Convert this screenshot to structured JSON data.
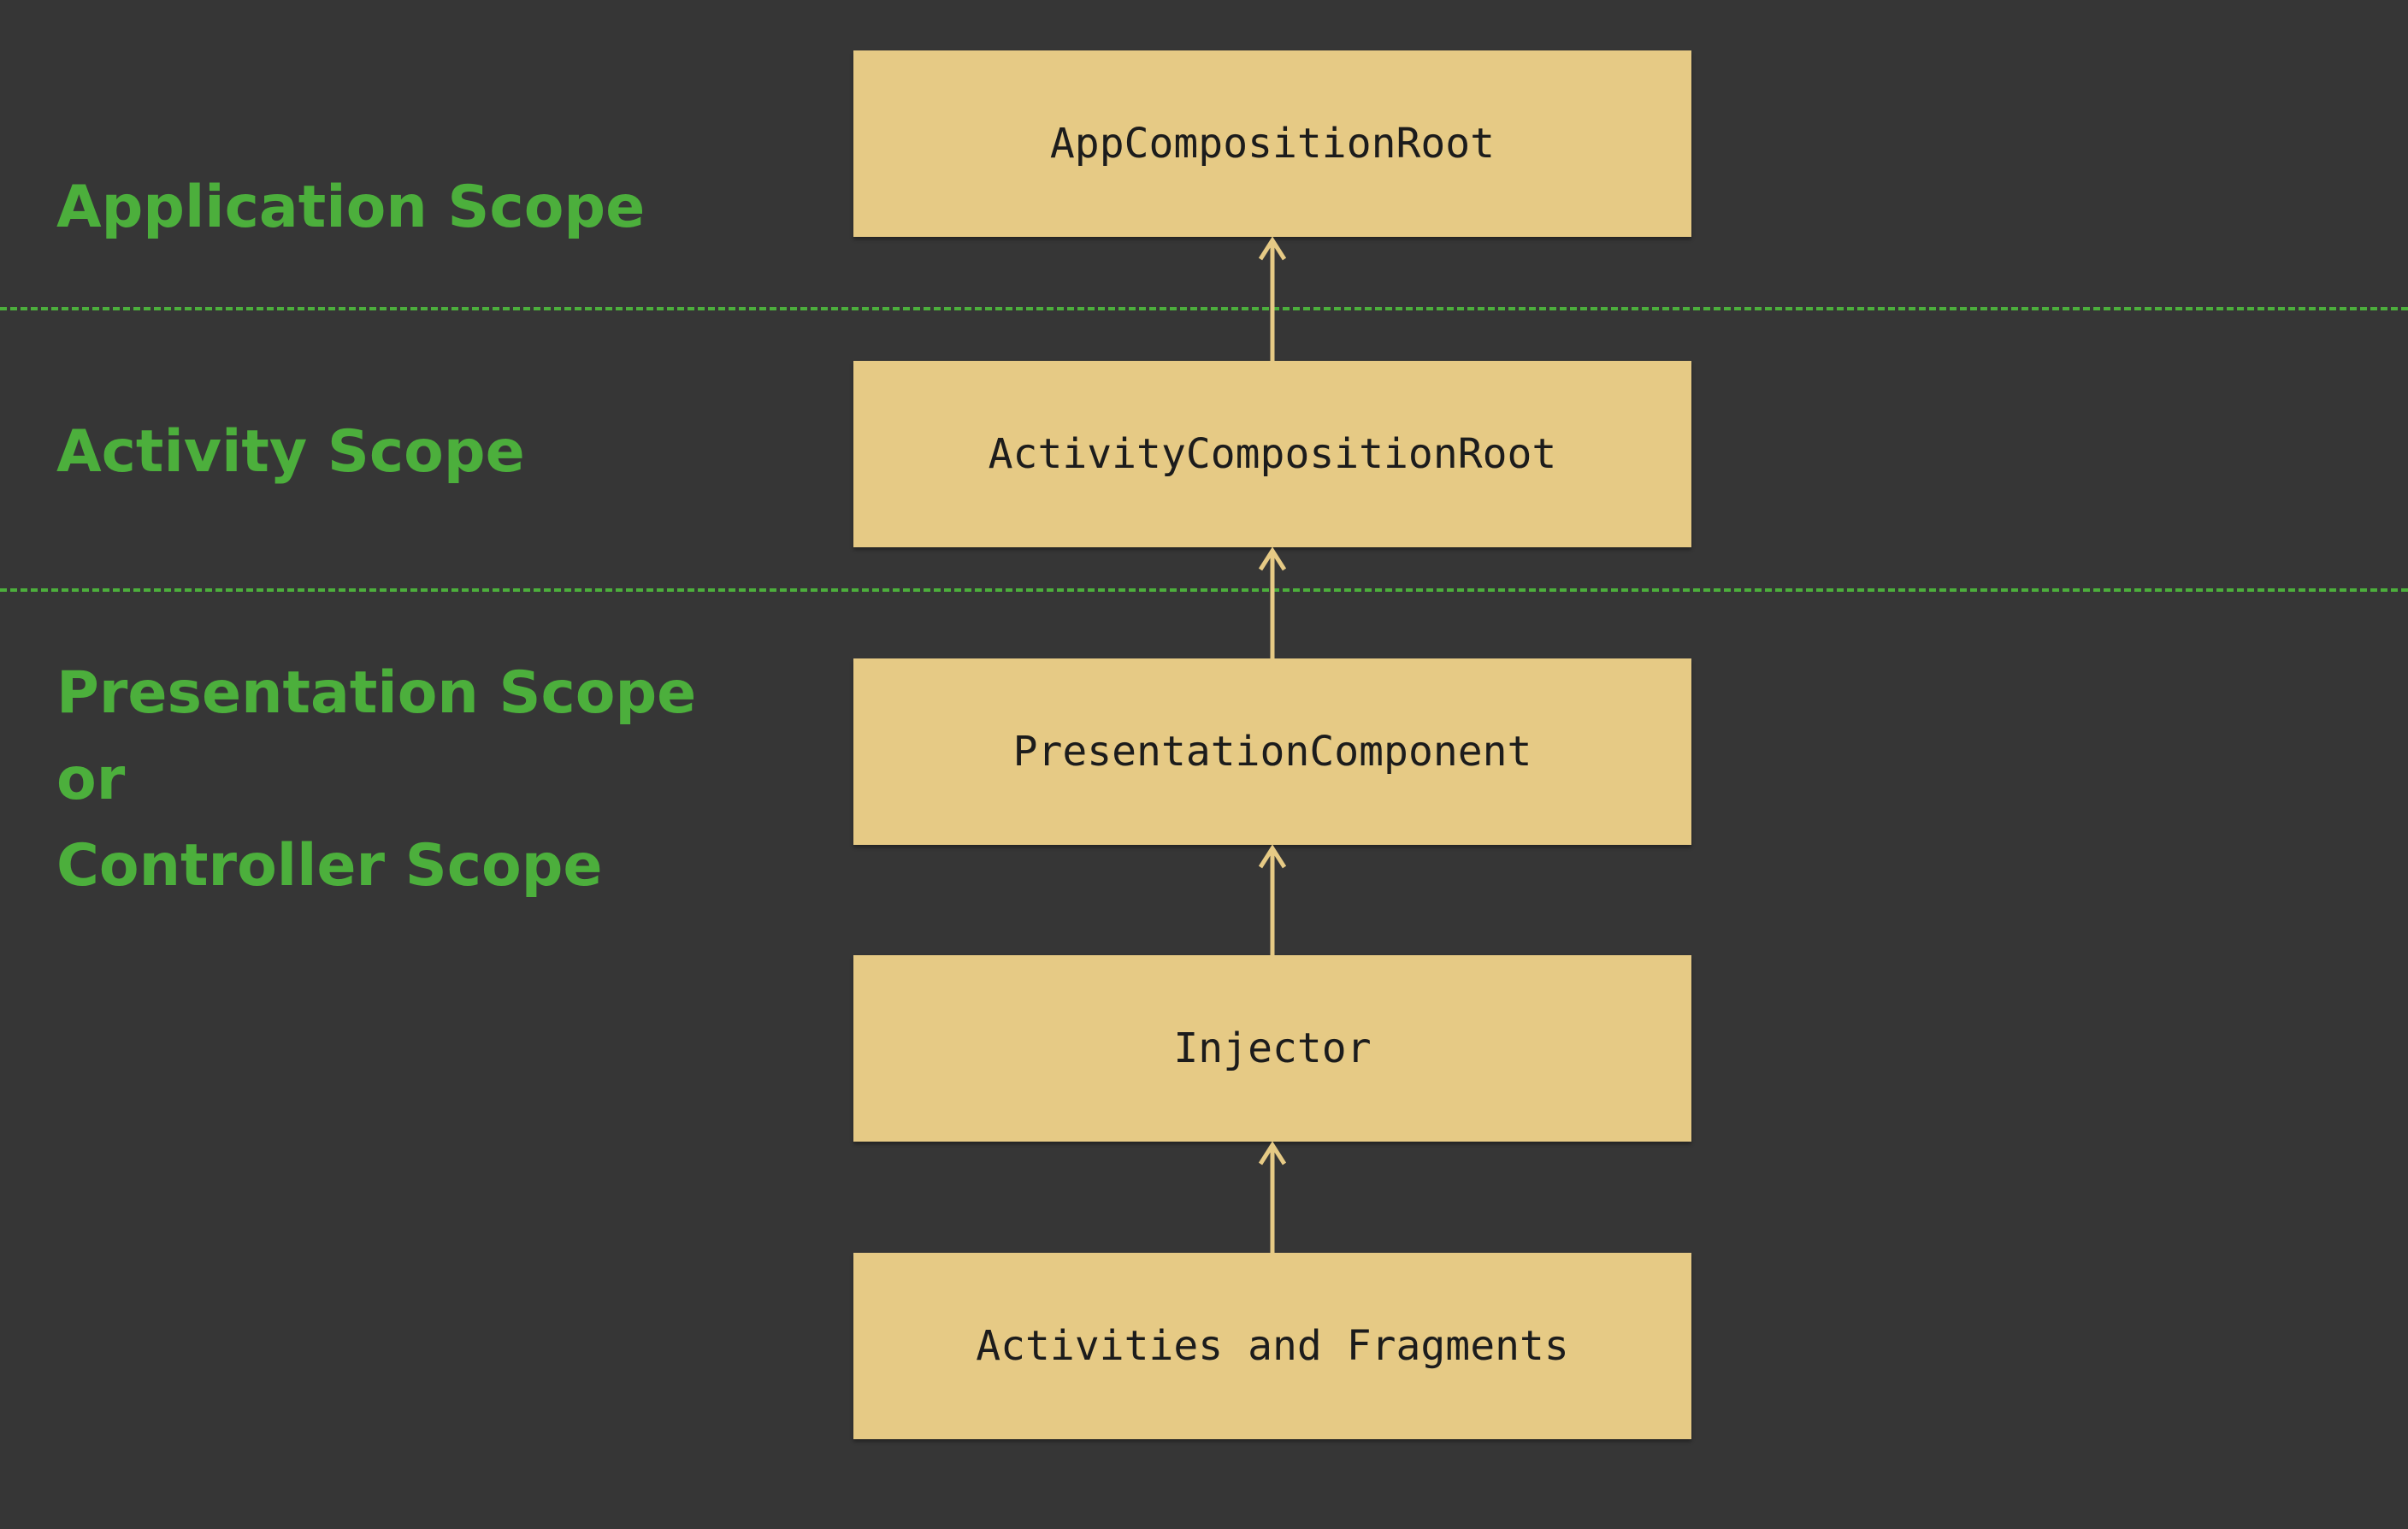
{
  "scopes": {
    "application": "Application Scope",
    "activity": "Activity Scope",
    "presentation_line1": "Presentation Scope",
    "presentation_line2": "or",
    "presentation_line3": "Controller Scope"
  },
  "boxes": {
    "app_root": "AppCompositionRoot",
    "activity_root": "ActivityCompositionRoot",
    "presentation_component": "PresentationComponent",
    "injector": "Injector",
    "activities_fragments": "Activities and Fragments"
  },
  "colors": {
    "background": "#363636",
    "scope_text": "#4caf3c",
    "box_fill": "#e6ca85",
    "arrow": "#e6ca85"
  }
}
